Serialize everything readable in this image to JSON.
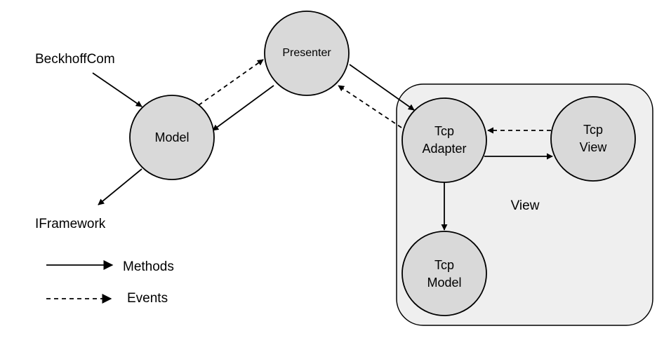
{
  "colors": {
    "node_fill": "#d9d9d9",
    "node_stroke": "#000000",
    "view_box_fill": "#efefef",
    "edge": "#000000"
  },
  "nodes": {
    "presenter": {
      "label": "Presenter"
    },
    "model": {
      "label": "Model"
    },
    "tcp_adapter": {
      "lines": [
        "Tcp",
        "Adapter"
      ]
    },
    "tcp_view": {
      "lines": [
        "Tcp",
        "View"
      ]
    },
    "tcp_model": {
      "lines": [
        "Tcp",
        "Model"
      ]
    }
  },
  "view_group": {
    "label": "View"
  },
  "external": {
    "beckhoffcom": "BeckhoffCom",
    "iframework": "IFramework"
  },
  "legend": {
    "methods": "Methods",
    "events": "Events"
  },
  "edges": [
    {
      "from": "beckhoffcom",
      "to": "model",
      "style": "solid"
    },
    {
      "from": "model",
      "to": "presenter",
      "style": "dashed"
    },
    {
      "from": "presenter",
      "to": "model",
      "style": "solid"
    },
    {
      "from": "presenter",
      "to": "tcp_adapter",
      "style": "solid"
    },
    {
      "from": "tcp_adapter",
      "to": "presenter",
      "style": "dashed"
    },
    {
      "from": "tcp_view",
      "to": "tcp_adapter",
      "style": "dashed"
    },
    {
      "from": "tcp_adapter",
      "to": "tcp_view",
      "style": "solid"
    },
    {
      "from": "tcp_adapter",
      "to": "tcp_model",
      "style": "solid"
    },
    {
      "from": "model",
      "to": "iframework",
      "style": "solid"
    }
  ]
}
